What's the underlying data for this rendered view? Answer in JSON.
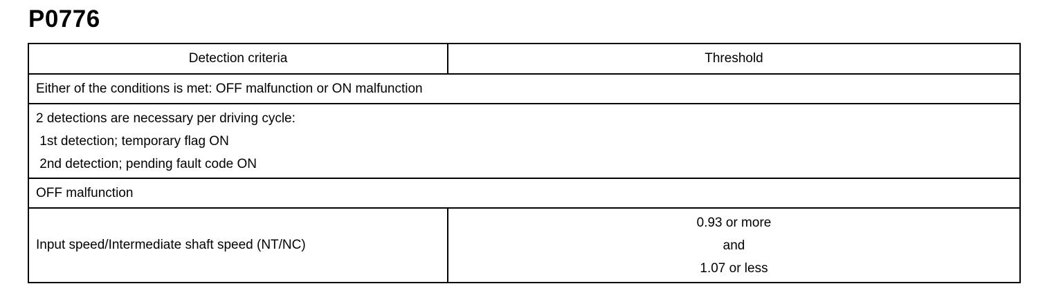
{
  "title": "P0776",
  "table": {
    "headers": [
      "Detection criteria",
      "Threshold"
    ],
    "condition_row": "Either of the conditions is met: OFF malfunction or ON malfunction",
    "detection_note": [
      "2 detections are necessary per driving cycle:",
      " 1st detection; temporary flag ON",
      " 2nd detection; pending fault code ON"
    ],
    "off_section": "OFF malfunction",
    "off_row": {
      "criteria": "Input speed/Intermediate shaft speed (NT/NC)",
      "threshold": [
        "0.93 or more",
        "and",
        "1.07 or less"
      ]
    }
  }
}
